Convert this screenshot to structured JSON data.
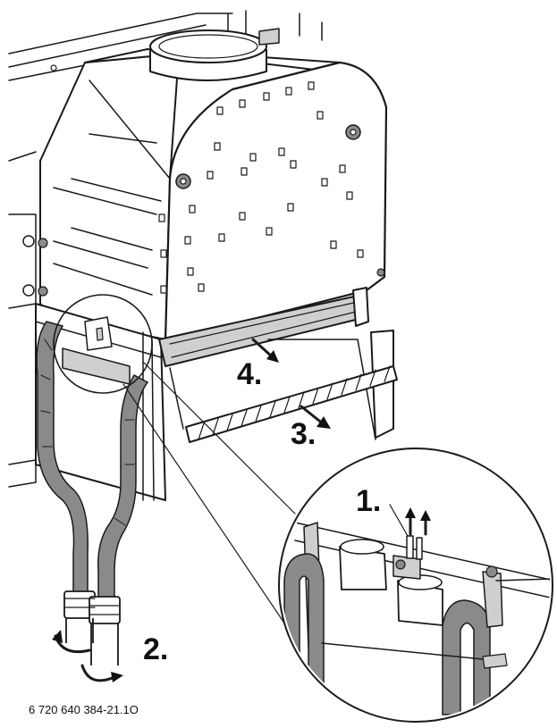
{
  "steps": {
    "step1": "1.",
    "step2": "2.",
    "step3": "3.",
    "step4": "4."
  },
  "figure_code": "6 720 640 384-21.1O",
  "colors": {
    "ink": "#1a1a1a",
    "pipe_fill": "#9a9a9a",
    "panel_fill": "#ffffff",
    "bracket_fill": "#d4d4d4"
  }
}
